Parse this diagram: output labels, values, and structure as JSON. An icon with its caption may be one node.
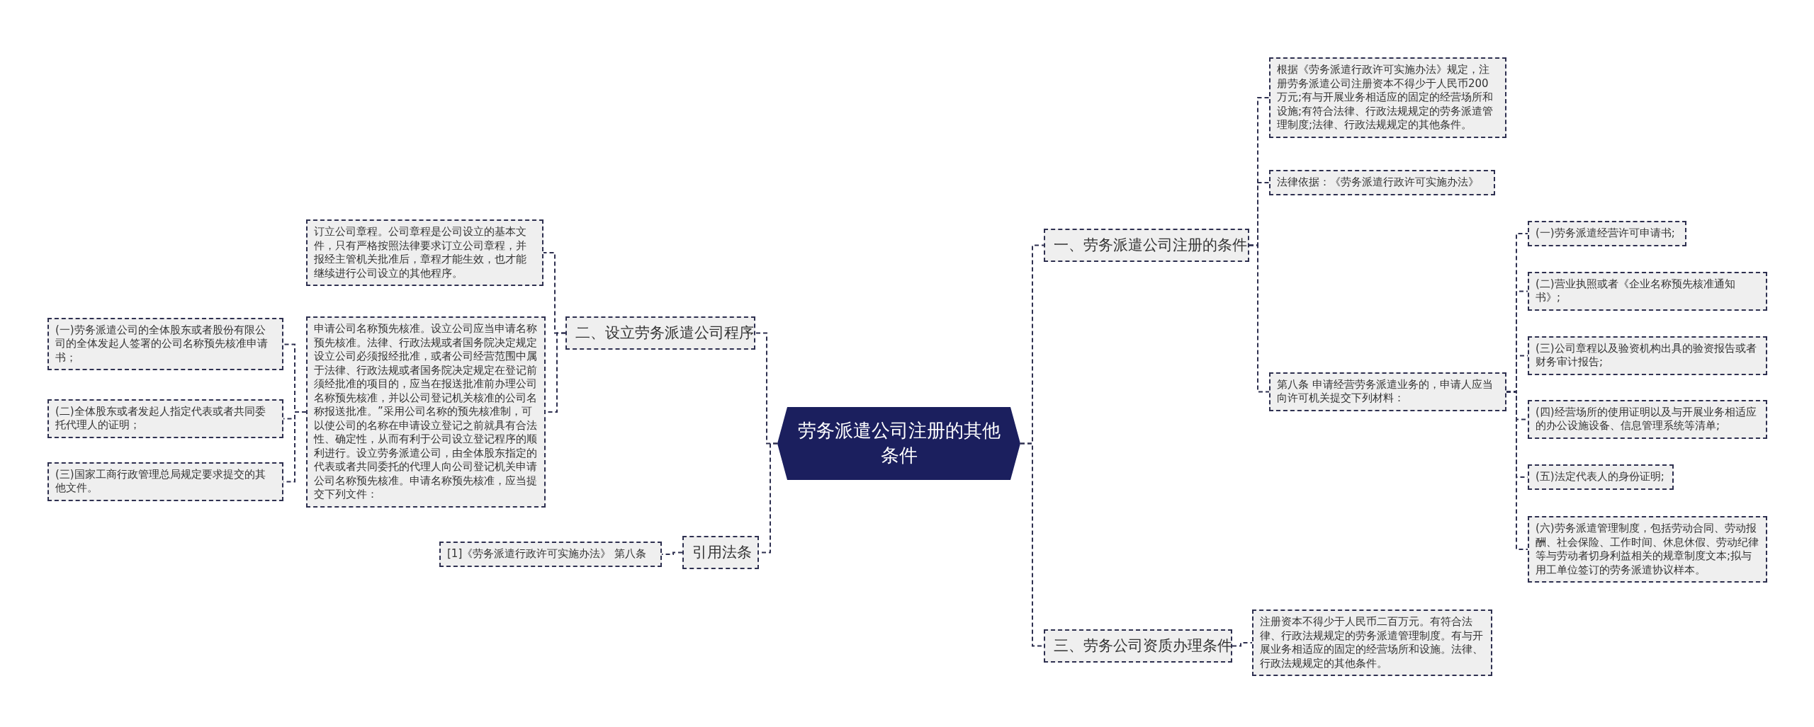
{
  "diagram": {
    "nodes": [
      {
        "text": [
          "劳务派遣公司注册的其他条件"
        ]
      },
      {
        "text": [
          "一、劳务派遣公司注册的条件"
        ]
      },
      {
        "text": [
          "根据《劳务派遣行政许可实施办法》规定，注册劳务派遣公司注册资本不得少于人民币200万元;有与开展业务相适应的固定的经营场所和设施;有符合法律、行政法规规定的劳务派遣管理制度;法律、行政法规规定的其他条件。"
        ]
      },
      {
        "text": [
          "法律依据：《劳务派遣行政许可实施办法》"
        ]
      },
      {
        "text": [
          "第八条 申请经营劳务派遣业务的，申请人应当向许可机关提交下列材料："
        ]
      },
      {
        "text": [
          "(一)劳务派遣经营许可申请书;"
        ]
      },
      {
        "text": [
          "(二)营业执照或者《企业名称预先核准通知书》;"
        ]
      },
      {
        "text": [
          "(三)公司章程以及验资机构出具的验资报告或者财务审计报告;"
        ]
      },
      {
        "text": [
          "(四)经营场所的使用证明以及与开展业务相适应的办公设施设备、信息管理系统等清单;"
        ]
      },
      {
        "text": [
          "(五)法定代表人的身份证明;"
        ]
      },
      {
        "text": [
          "(六)劳务派遣管理制度，包括劳动合同、劳动报酬、社会保险、工作时间、休息休假、劳动纪律等与劳动者切身利益相关的规章制度文本;拟与用工单位签订的劳务派遣协议样本。"
        ]
      },
      {
        "text": [
          "三、劳务公司资质办理条件"
        ]
      },
      {
        "text": [
          "注册资本不得少于人民币二百万元。有符合法律、行政法规规定的劳务派遣管理制度。有与开展业务相适应的固定的经营场所和设施。法律、行政法规规定的其他条件。"
        ]
      },
      {
        "text": [
          "二、设立劳务派遣公司程序"
        ]
      },
      {
        "text": [
          "订立公司章程。公司章程是公司设立的基本文件，只有严格按照法律要求订立公司章程，并报经主管机关批准后，章程才能生效，也才能继续进行公司设立的其他程序。"
        ]
      },
      {
        "text": [
          "申请公司名称预先核准。设立公司应当申请名称预先核准。法律、行政法规或者国务院决定规定设立公司必须报经批准，或者公司经营范围中属于法律、行政法规或者国务院决定规定在登记前须经批准的项目的，应当在报送批准前办理公司名称预先核准，并以公司登记机关核准的公司名称报送批准。”采用公司名称的预先核准制，可以使公司的名称在申请设立登记之前就具有合法性、确定性，从而有利于公司设立登记程序的顺利进行。设立劳务派遣公司，由全体股东指定的代表或者共同委托的代理人向公司登记机关申请公司名称预先核准。申请名称预先核准，应当提交下列文件："
        ]
      },
      {
        "text": [
          "(一)劳务派遣公司的全体股东或者股份有限公司的全体发起人签署的公司名称预先核准申请书；"
        ]
      },
      {
        "text": [
          "(二)全体股东或者发起人指定代表或者共同委托代理人的证明；"
        ]
      },
      {
        "text": [
          "(三)国家工商行政管理总局规定要求提交的其他文件。"
        ]
      },
      {
        "text": [
          "引用法条"
        ]
      },
      {
        "text": [
          "[1]《劳务派遣行政许可实施办法》 第八条"
        ]
      }
    ],
    "edges": [
      {
        "from": 0,
        "to": 1,
        "arrow": "none"
      },
      {
        "from": 1,
        "to": 2,
        "arrow": "none"
      },
      {
        "from": 1,
        "to": 3,
        "arrow": "none"
      },
      {
        "from": 1,
        "to": 4,
        "arrow": "none"
      },
      {
        "from": 4,
        "to": 5,
        "arrow": "none"
      },
      {
        "from": 4,
        "to": 6,
        "arrow": "none"
      },
      {
        "from": 4,
        "to": 7,
        "arrow": "none"
      },
      {
        "from": 4,
        "to": 8,
        "arrow": "none"
      },
      {
        "from": 4,
        "to": 9,
        "arrow": "none"
      },
      {
        "from": 4,
        "to": 10,
        "arrow": "none"
      },
      {
        "from": 0,
        "to": 11,
        "arrow": "none"
      },
      {
        "from": 11,
        "to": 12,
        "arrow": "none"
      },
      {
        "from": 0,
        "to": 13,
        "arrow": "none"
      },
      {
        "from": 13,
        "to": 14,
        "arrow": "none"
      },
      {
        "from": 13,
        "to": 15,
        "arrow": "none"
      },
      {
        "from": 15,
        "to": 16,
        "arrow": "none"
      },
      {
        "from": 15,
        "to": 17,
        "arrow": "none"
      },
      {
        "from": 15,
        "to": 18,
        "arrow": "none"
      },
      {
        "from": 0,
        "to": 19,
        "arrow": "none"
      },
      {
        "from": 19,
        "to": 20,
        "arrow": "none"
      }
    ]
  }
}
